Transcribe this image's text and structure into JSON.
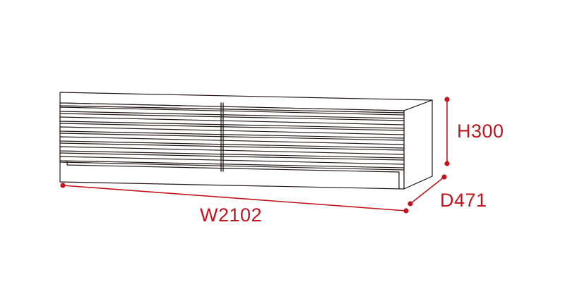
{
  "dimensions": {
    "height_label": "H300",
    "depth_label": "D471",
    "width_label": "W2102"
  },
  "colors": {
    "dimension": "#c0151f",
    "outline": "#231815",
    "panel_fill": "#ffffff"
  },
  "icon": "tv-stand-cabinet-line-drawing"
}
